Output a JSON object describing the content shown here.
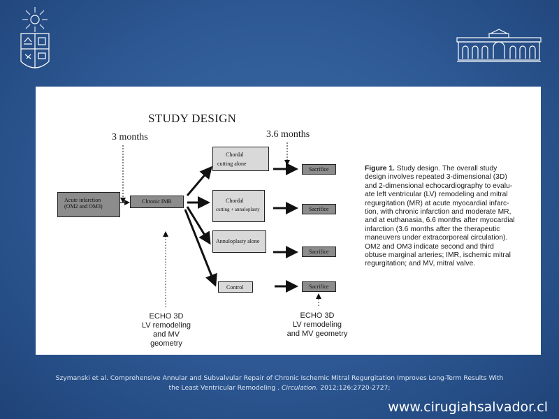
{
  "diagram": {
    "title": "STUDY DESIGN",
    "time_left": "3 months",
    "time_right": "3.6 months",
    "boxes": {
      "acute_line1": "Acute infarction",
      "acute_line2": "(OM2 and OM3)",
      "chronic": "Chronic IMR",
      "chordal_alone_line1": "Chordal",
      "chordal_alone_line2": "cutting alone",
      "chordal_annulo_line1": "Chordal",
      "chordal_annulo_line2": "cutting + annuloplasty",
      "annulo_alone": "Annuloplasty alone",
      "control": "Control",
      "sacrifice": "Sacrifice"
    },
    "echo_left": {
      "line1": "ECHO 3D",
      "line2": "LV remodeling",
      "line3": "and MV geometry"
    },
    "echo_right": {
      "line1": "ECHO 3D",
      "line2": "LV remodeling",
      "line3": "and MV geometry"
    }
  },
  "caption": {
    "label": "Figure 1.",
    "lines": [
      " Study design. The overall study",
      "design involves repeated 3-dimensional (3D)",
      "and 2-dimensional echocardiography to evalu-",
      "ate left ventricular (LV) remodeling and mitral",
      "regurgitation (MR) at acute myocardial infarc-",
      "tion, with chronic infarction and moderate MR,",
      "and at euthanasia, 6.6 months after myocardial",
      "infarction (3.6 months after the therapeutic",
      "maneuvers under extracorporeal circulation).",
      "OM2 and OM3 indicate second and third",
      "obtuse marginal arteries; IMR, ischemic mitral",
      "regurgitation; and MV, mitral valve."
    ]
  },
  "citation": {
    "line1": "Szymanski et al. Comprehensive Annular and Subvalvular Repair of Chronic Ischemic Mitral Regurgitation Improves Long-Term Results With",
    "line2_pre": "the Least Ventricular Remodeling . ",
    "journal": "Circulation.",
    "line2_post": " 2012;126:2720-2727;"
  },
  "website": "www.cirugiahsalvador.cl",
  "icons": [
    "university-seal-icon",
    "building-facade-icon"
  ],
  "colors": {
    "background": "#2d5893",
    "panel": "#ffffff",
    "box_grey": "#8c8c8c",
    "box_light": "#d9d9d9"
  }
}
